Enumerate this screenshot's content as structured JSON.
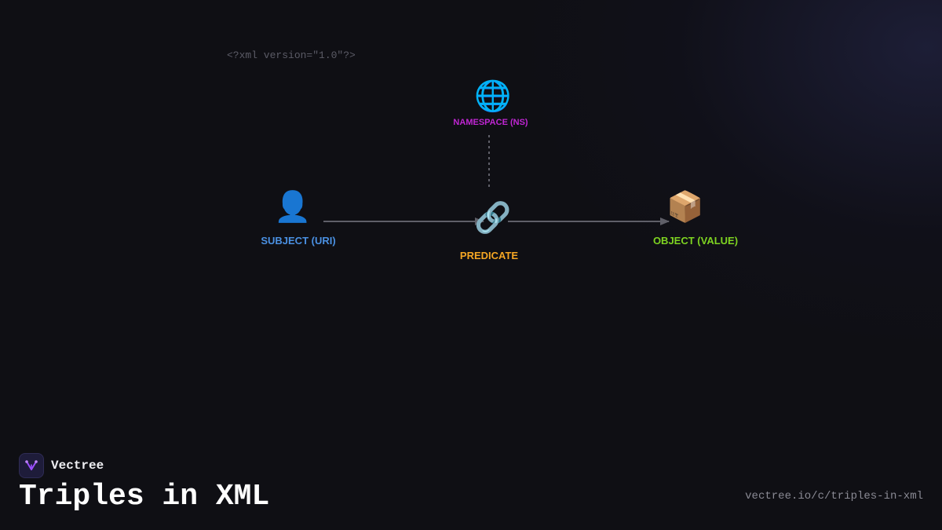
{
  "code_snippet": "<?xml version=\"1.0\"?>",
  "diagram": {
    "nodes": {
      "namespace": {
        "label": "NAMESPACE (NS)",
        "icon": "globe-icon",
        "glyph": "🌐",
        "color": "#c026d3"
      },
      "subject": {
        "label": "SUBJECT (URI)",
        "icon": "person-icon",
        "glyph": "👤",
        "color": "#4a90e2"
      },
      "predicate": {
        "label": "PREDICATE",
        "icon": "link-icon",
        "glyph": "🔗",
        "color": "#f5a623"
      },
      "object": {
        "label": "OBJECT (VALUE)",
        "icon": "package-icon",
        "glyph": "📦",
        "color": "#7ed321"
      }
    },
    "edges": [
      {
        "from": "subject",
        "to": "predicate",
        "style": "solid-arrow"
      },
      {
        "from": "predicate",
        "to": "object",
        "style": "solid-arrow"
      },
      {
        "from": "namespace",
        "to": "predicate",
        "style": "dotted"
      }
    ]
  },
  "brand": {
    "name": "Vectree",
    "logo_icon": "vectree-logo-icon",
    "accent": "#9b4dff"
  },
  "footer": {
    "title": "Triples in XML",
    "url": "vectree.io/c/triples-in-xml"
  }
}
